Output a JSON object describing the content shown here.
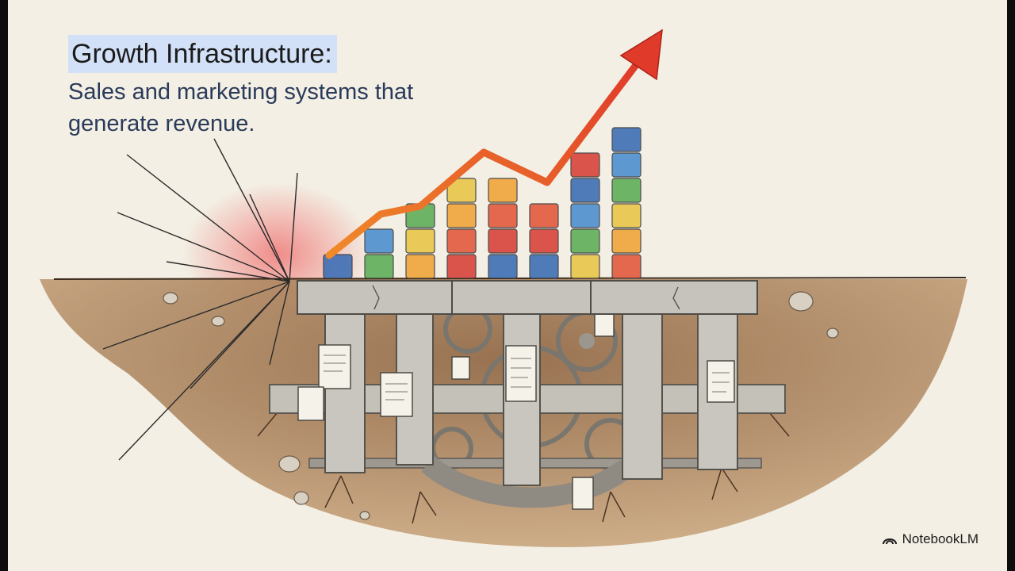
{
  "slide": {
    "title": "Growth Infrastructure:",
    "subtitle": "Sales and marketing systems that generate revenue."
  },
  "brand": {
    "name": "NotebookLM",
    "icon": "notebooklm-logo-icon"
  },
  "illustration": {
    "icon": "growth-infrastructure-illustration",
    "colors": {
      "arrow": "#e5432c",
      "ground": "#a6774d",
      "concrete": "#b9b7b0",
      "burst": "#ef6b6b"
    },
    "bar_heights": [
      1,
      2,
      3,
      4,
      4,
      3,
      5,
      6
    ]
  }
}
